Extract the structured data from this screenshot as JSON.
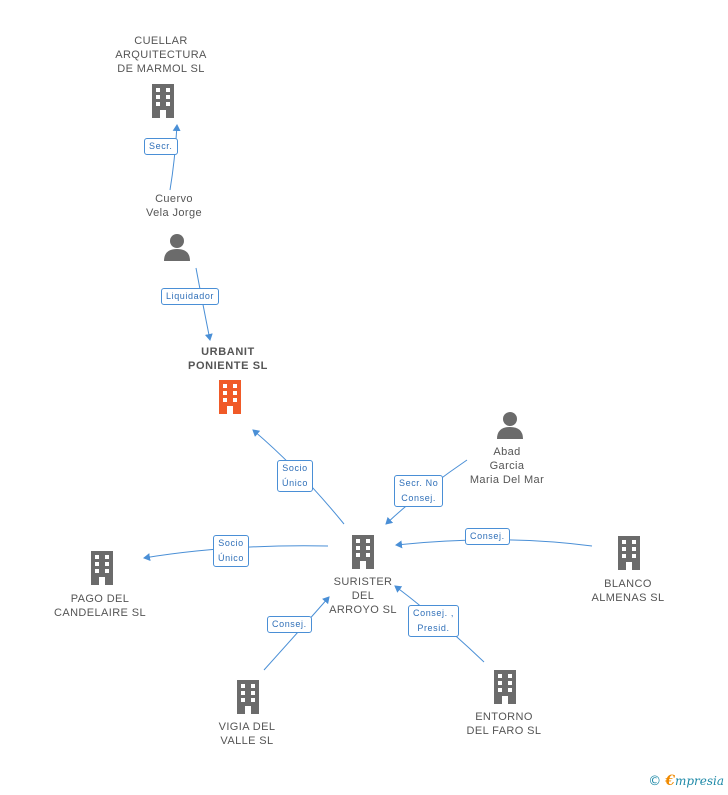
{
  "nodes": {
    "cuellar": {
      "lines": [
        "CUELLAR",
        "ARQUITECTURA",
        "DE MARMOL SL"
      ]
    },
    "cuervo": {
      "lines": [
        "Cuervo",
        "Vela Jorge"
      ]
    },
    "urbanit": {
      "lines": [
        "URBANIT",
        "PONIENTE  SL"
      ]
    },
    "abad": {
      "lines": [
        "Abad",
        "Garcia",
        "Maria Del Mar"
      ]
    },
    "surister": {
      "lines": [
        "SURISTER",
        "DEL",
        "ARROYO SL"
      ]
    },
    "pago": {
      "lines": [
        "PAGO DEL",
        "CANDELAIRE SL"
      ]
    },
    "blanco": {
      "lines": [
        "BLANCO",
        "ALMENAS SL"
      ]
    },
    "vigia": {
      "lines": [
        "VIGIA DEL",
        "VALLE SL"
      ]
    },
    "entorno": {
      "lines": [
        "ENTORNO",
        "DEL FARO SL"
      ]
    }
  },
  "relations": {
    "secr": {
      "lines": [
        "Secr."
      ]
    },
    "liquidador": {
      "lines": [
        "Liquidador"
      ]
    },
    "socio_unico_urbanit": {
      "lines": [
        "Socio",
        "Único"
      ]
    },
    "secr_no_consej": {
      "lines": [
        "Secr.  No",
        "Consej."
      ]
    },
    "socio_unico_pago": {
      "lines": [
        "Socio",
        "Único"
      ]
    },
    "consej_blanco": {
      "lines": [
        "Consej."
      ]
    },
    "consej_vigia": {
      "lines": [
        "Consej."
      ]
    },
    "consej_presid": {
      "lines": [
        "Consej. ,",
        "Presid."
      ]
    }
  },
  "colors": {
    "edge": "#4a8fd6",
    "building": "#6b6b6b",
    "main_building": "#f05a28",
    "person": "#6b6b6b"
  },
  "icons": {
    "company": "building-icon",
    "person": "person-icon",
    "copyright": "copyright-icon"
  },
  "footer": {
    "copyright": "©",
    "brand_e": "€",
    "brand_rest": "mpresia"
  }
}
